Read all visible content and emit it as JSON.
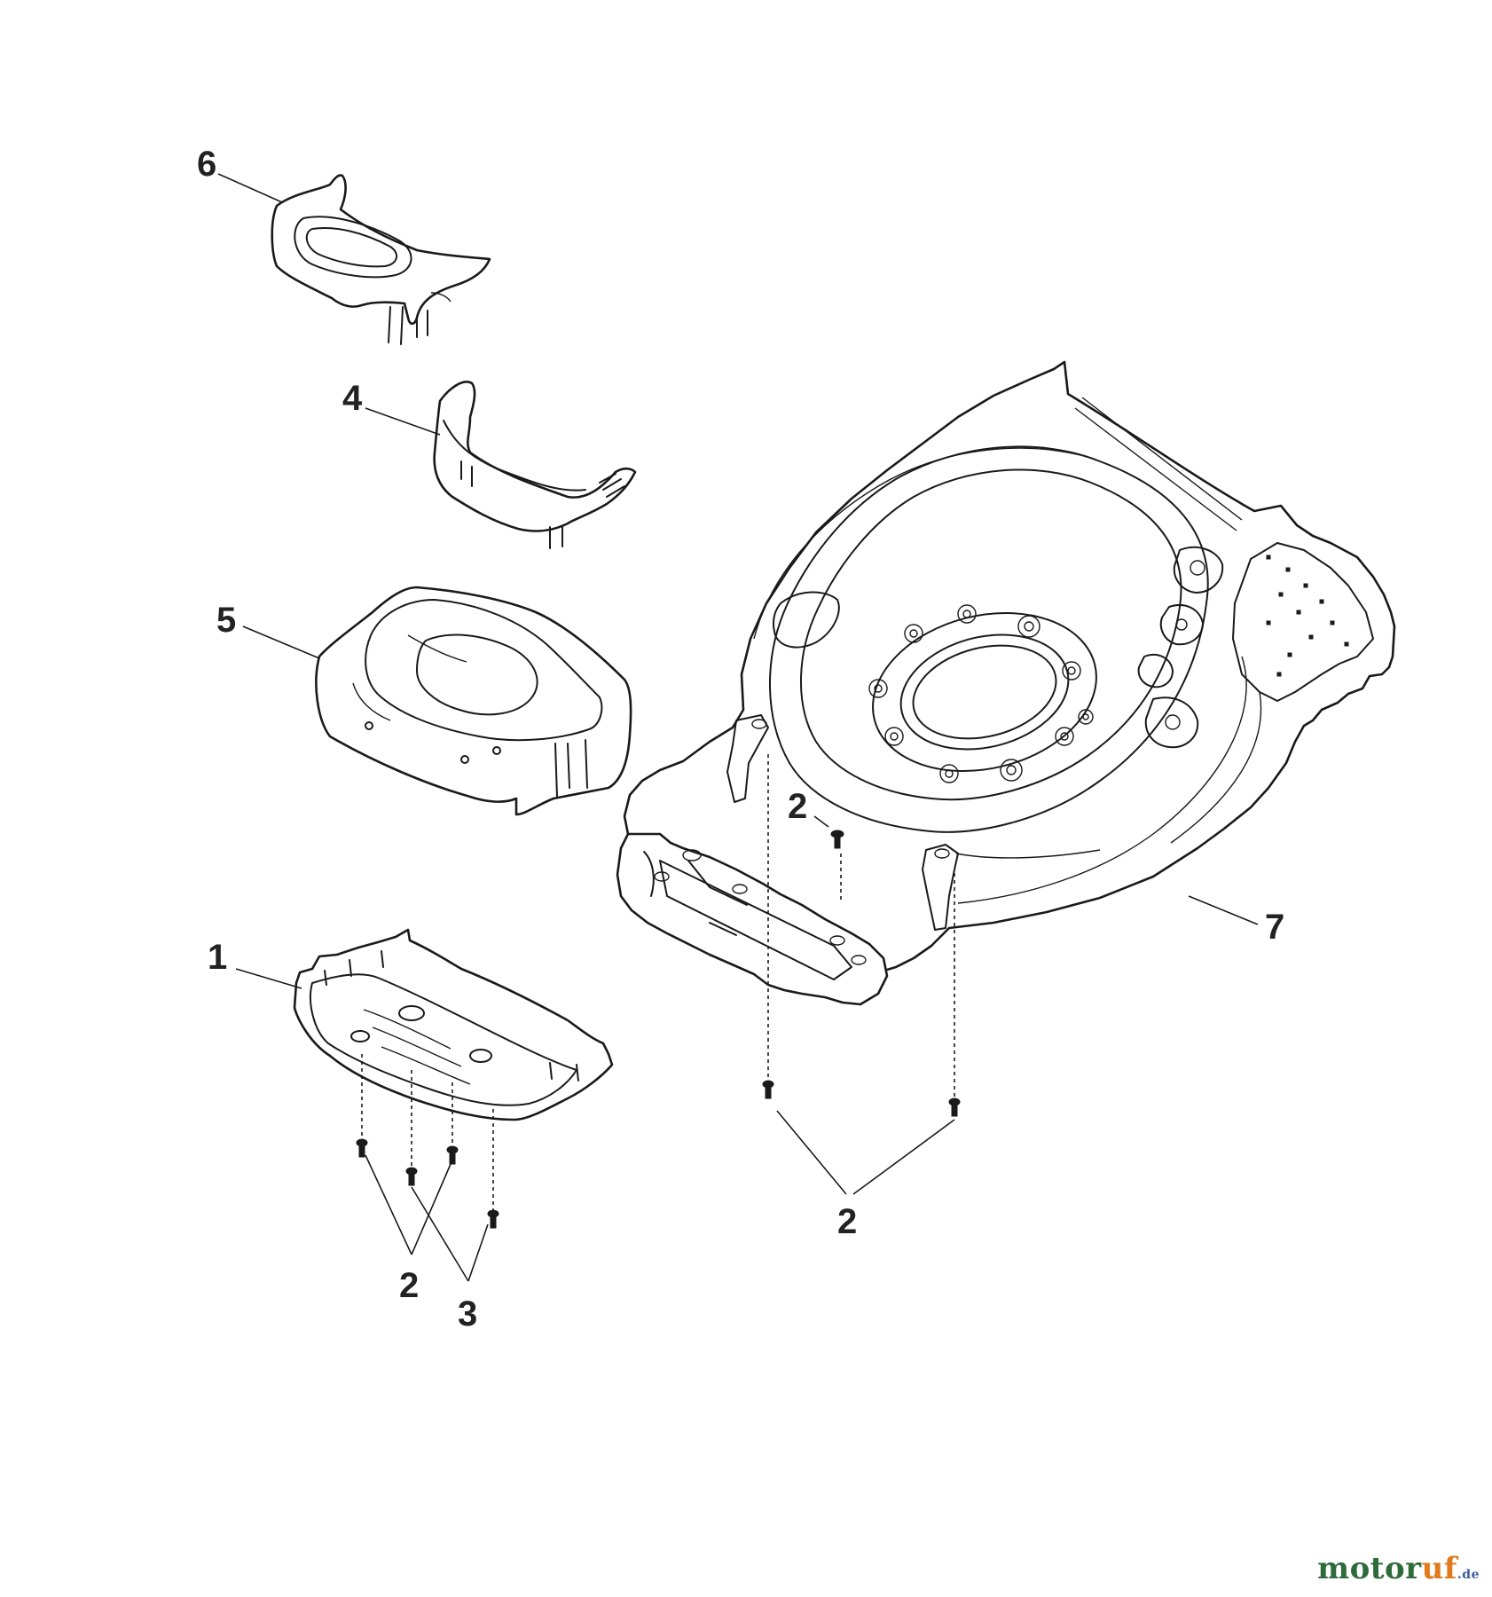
{
  "callouts": {
    "c1": "1",
    "c2_small": "2",
    "c2_right": "2",
    "c2_left": "2",
    "c3": "3",
    "c4": "4",
    "c5": "5",
    "c6": "6",
    "c7": "7"
  },
  "logo": {
    "main": "motor",
    "accent": "uf",
    "suffix": ".de"
  },
  "colors": {
    "logo_green": "#2e6b3a",
    "logo_orange": "#e07a1a",
    "logo_blue": "#3a5c9c",
    "line": "#1a1a1a"
  }
}
